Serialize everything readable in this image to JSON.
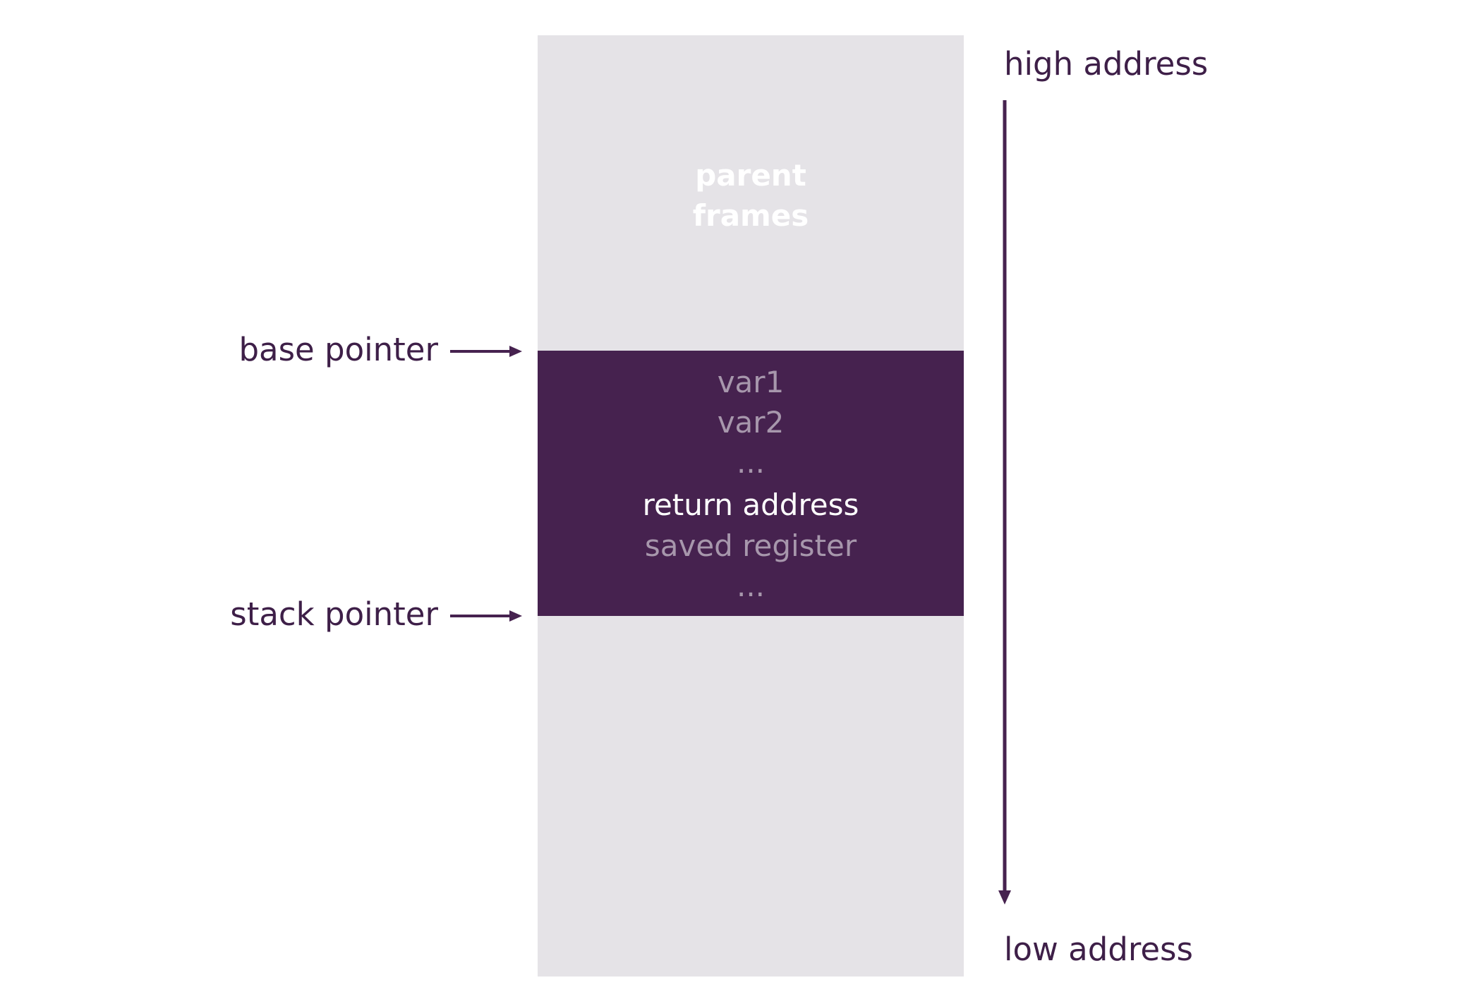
{
  "diagram": {
    "parent_frames": [
      "parent",
      "frames"
    ],
    "frame_rows": [
      {
        "text": "var1",
        "highlight": false
      },
      {
        "text": "var2",
        "highlight": false
      },
      {
        "text": "...",
        "highlight": false
      },
      {
        "text": "return address",
        "highlight": true
      },
      {
        "text": "saved register",
        "highlight": false
      },
      {
        "text": "...",
        "highlight": false
      }
    ],
    "base_pointer_label": "base pointer",
    "stack_pointer_label": "stack pointer",
    "high_address_label": "high address",
    "low_address_label": "low address"
  },
  "colors": {
    "stack_background": "#e5e3e7",
    "frame_fill": "#46224f",
    "label_text": "#3e1f48",
    "muted_text": "#a797ac",
    "highlight_text": "#ffffff"
  }
}
